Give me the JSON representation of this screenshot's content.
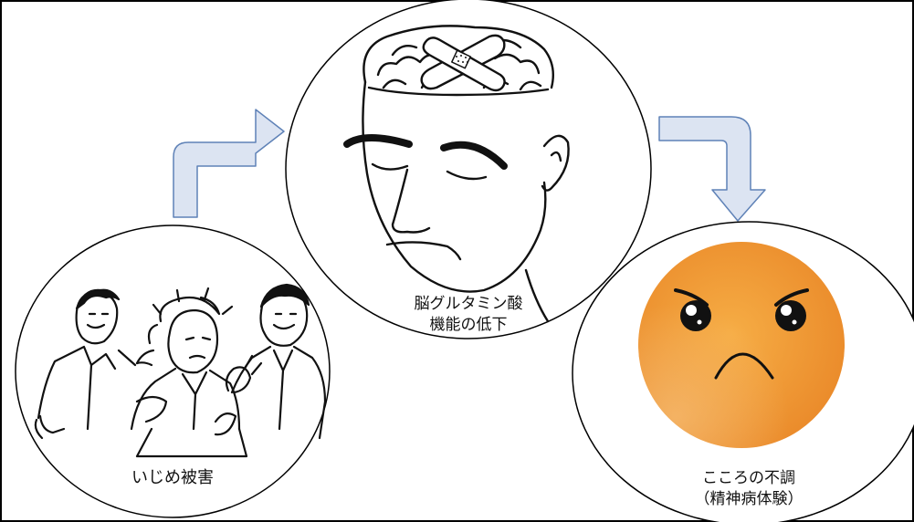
{
  "colors": {
    "arrow_fill": "#dce4f2",
    "arrow_stroke": "#5f82b7",
    "face_center": "#f7a73a",
    "face_edge": "#e8862a",
    "frame": "#000000"
  },
  "illustrations": {
    "bullying": "bullying-scene-illustration",
    "brain_head": "head-with-bandaged-brain-illustration",
    "sad_face": "frowning-face-illustration"
  },
  "nodes": {
    "bullying": {
      "label": "いじめ被害"
    },
    "brain": {
      "label_line1": "脳グルタミン酸",
      "label_line2": "機能の低下"
    },
    "mind": {
      "label_line1": "こころの不調",
      "label_line2": "（精神病体験）"
    }
  },
  "edges": [
    {
      "from": "bullying",
      "to": "brain"
    },
    {
      "from": "brain",
      "to": "mind"
    }
  ]
}
